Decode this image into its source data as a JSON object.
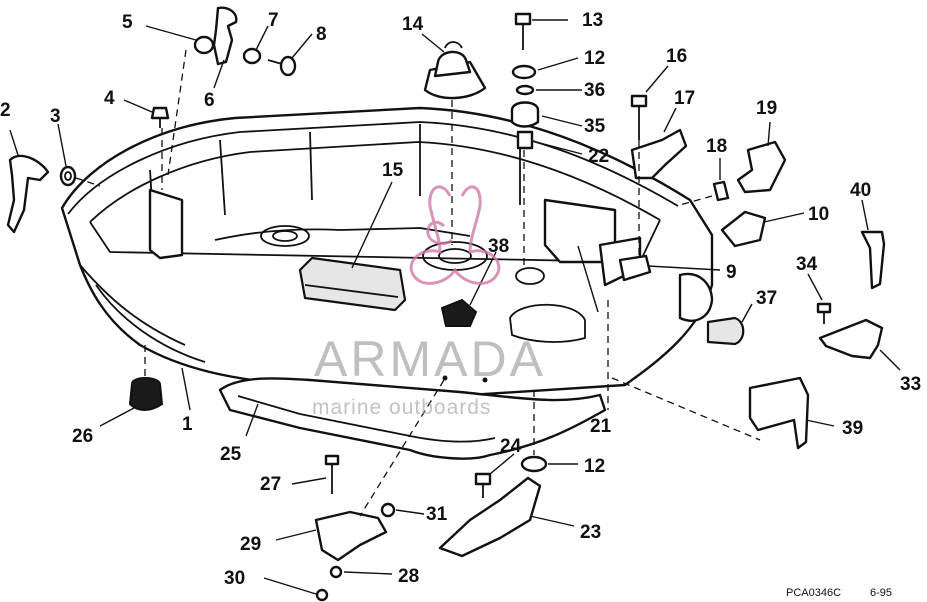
{
  "diagram": {
    "callouts": [
      "1",
      "2",
      "3",
      "4",
      "5",
      "6",
      "7",
      "8",
      "9",
      "10",
      "12",
      "12",
      "13",
      "14",
      "15",
      "16",
      "17",
      "18",
      "19",
      "21",
      "22",
      "23",
      "24",
      "25",
      "26",
      "27",
      "28",
      "29",
      "30",
      "31",
      "33",
      "34",
      "35",
      "36",
      "37",
      "38",
      "39",
      "40"
    ],
    "drawing_code": "PCA0346C",
    "drawing_date": "6-95"
  },
  "watermark": {
    "brand": "ARMADA",
    "tagline": "marine outboards",
    "logo_color": "#d07aa8"
  }
}
